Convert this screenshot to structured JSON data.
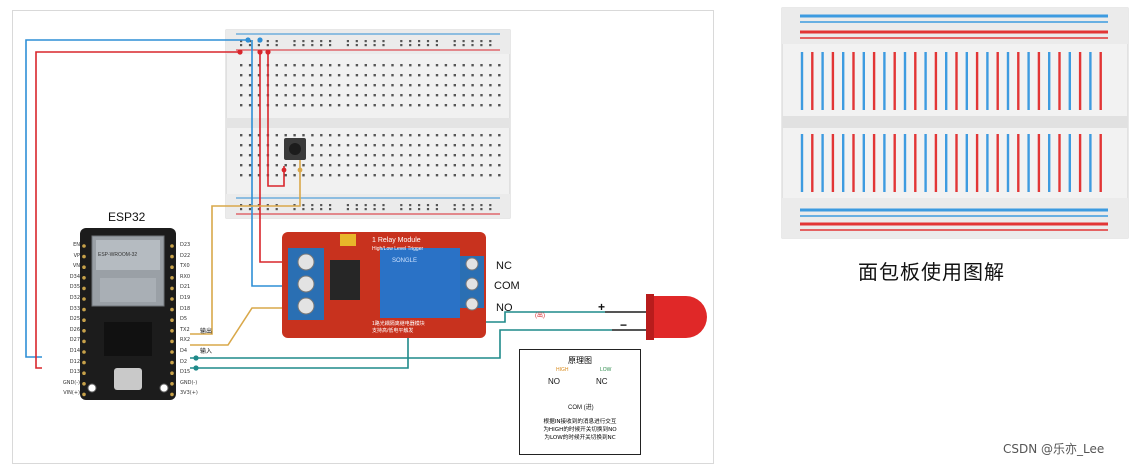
{
  "esp32": {
    "title": "ESP32",
    "chip_label": "ESP-WROOM-32",
    "left_pins": [
      "EN",
      "VP",
      "VN",
      "D34",
      "D35",
      "D32",
      "D33",
      "D25",
      "D26",
      "D27",
      "D14",
      "D12",
      "D13",
      "GND(-)",
      "VIN(+)"
    ],
    "right_pins": [
      "D23",
      "D22",
      "TX0",
      "RX0",
      "D21",
      "D19",
      "D18",
      "D5",
      "TX2",
      "RX2",
      "D4",
      "D2",
      "D15",
      "GND(-)",
      "3V3(+)"
    ]
  },
  "labels": {
    "output": "输出",
    "input": "输入"
  },
  "relay": {
    "title": "1 Relay Module",
    "subtitle": "High/Low Level Trigger",
    "chip_text": "SONGLE",
    "bottom_text": "1路光耦隔离继电器模块",
    "bottom_text2": "支持高/低电平触发",
    "nc": "NC",
    "com": "COM",
    "no": "NO",
    "no_note": "(出)"
  },
  "led": {
    "plus": "+",
    "minus": "−"
  },
  "schematic": {
    "title": "原理图",
    "no": "NO",
    "nc": "NC",
    "high": "HIGH",
    "low": "LOW",
    "com": "COM (进)",
    "note_lines": [
      "根据IN接收到的消息进行交互",
      "为HIGH的时候开关切换到NO",
      "为LOW的时候开关切换到NC"
    ]
  },
  "breadboard_caption": "面包板使用图解",
  "watermark": "CSDN @乐亦_Lee",
  "colors": {
    "blue_wire": "#2f8fd6",
    "red_wire": "#d9262c",
    "yellow_wire": "#d9a84a",
    "teal_wire": "#1f8a8a",
    "relay_pcb": "#c8321e"
  }
}
